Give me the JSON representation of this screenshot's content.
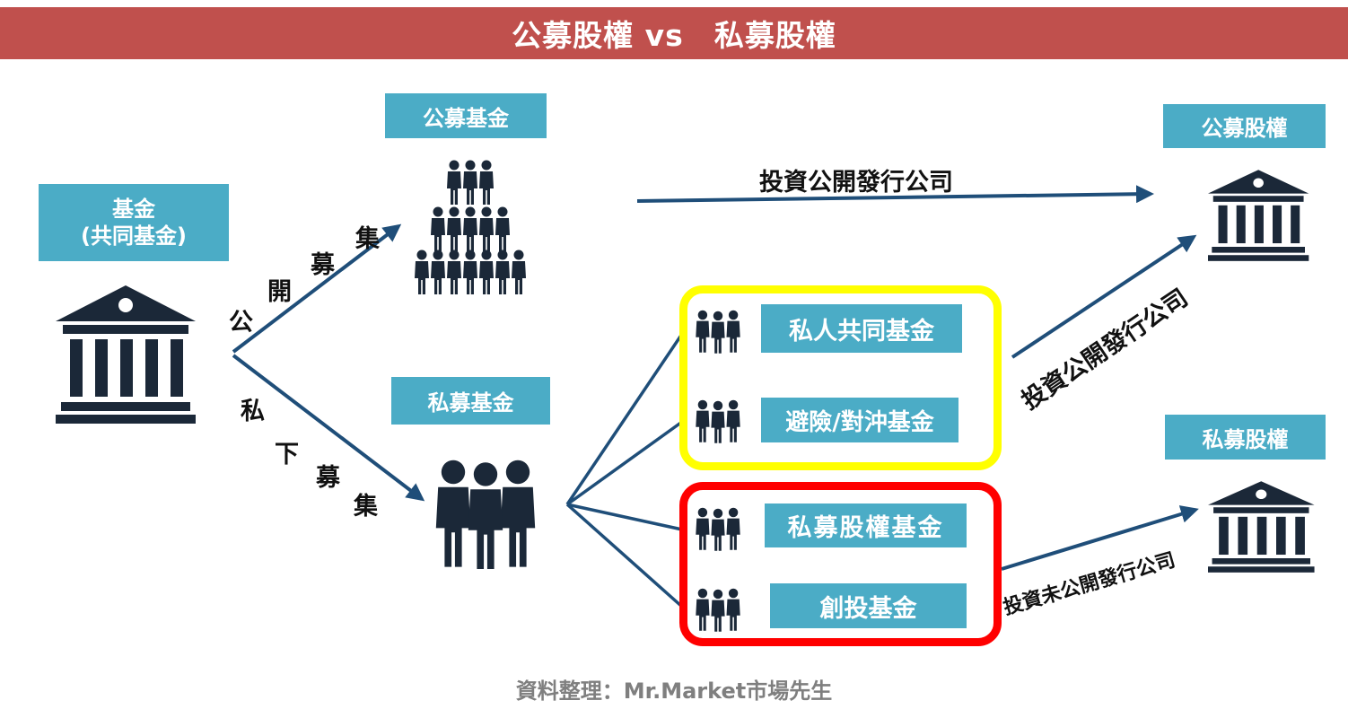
{
  "title": "公募股權 vs　私募股權",
  "fund": {
    "line1": "基金",
    "line2": "(共同基金)"
  },
  "public_fund": "公募基金",
  "private_fund": "私募基金",
  "public_equity": "公募股權",
  "private_equity": "私募股權",
  "public_raise_chars": [
    "公",
    "開",
    "募",
    "集"
  ],
  "private_raise_chars": [
    "私",
    "下",
    "募",
    "集"
  ],
  "arrow_labels": {
    "top": "投資公開發行公司",
    "diagonal": "投資公開發行公司",
    "bottom": "投資未公開發行公司"
  },
  "fund_types": [
    "私人共同基金",
    "避險/對沖基金",
    "私募股權基金",
    "創投基金"
  ],
  "source": "資料整理：Mr.Market市場先生",
  "colors": {
    "title_bg": "#c0504d",
    "box_bg": "#4bacc6",
    "arrow": "#1f4e79",
    "icon": "#1b2838",
    "yellow_frame": "#ffff00",
    "red_frame": "#ff0000",
    "source_text": "#7f7f7f"
  }
}
